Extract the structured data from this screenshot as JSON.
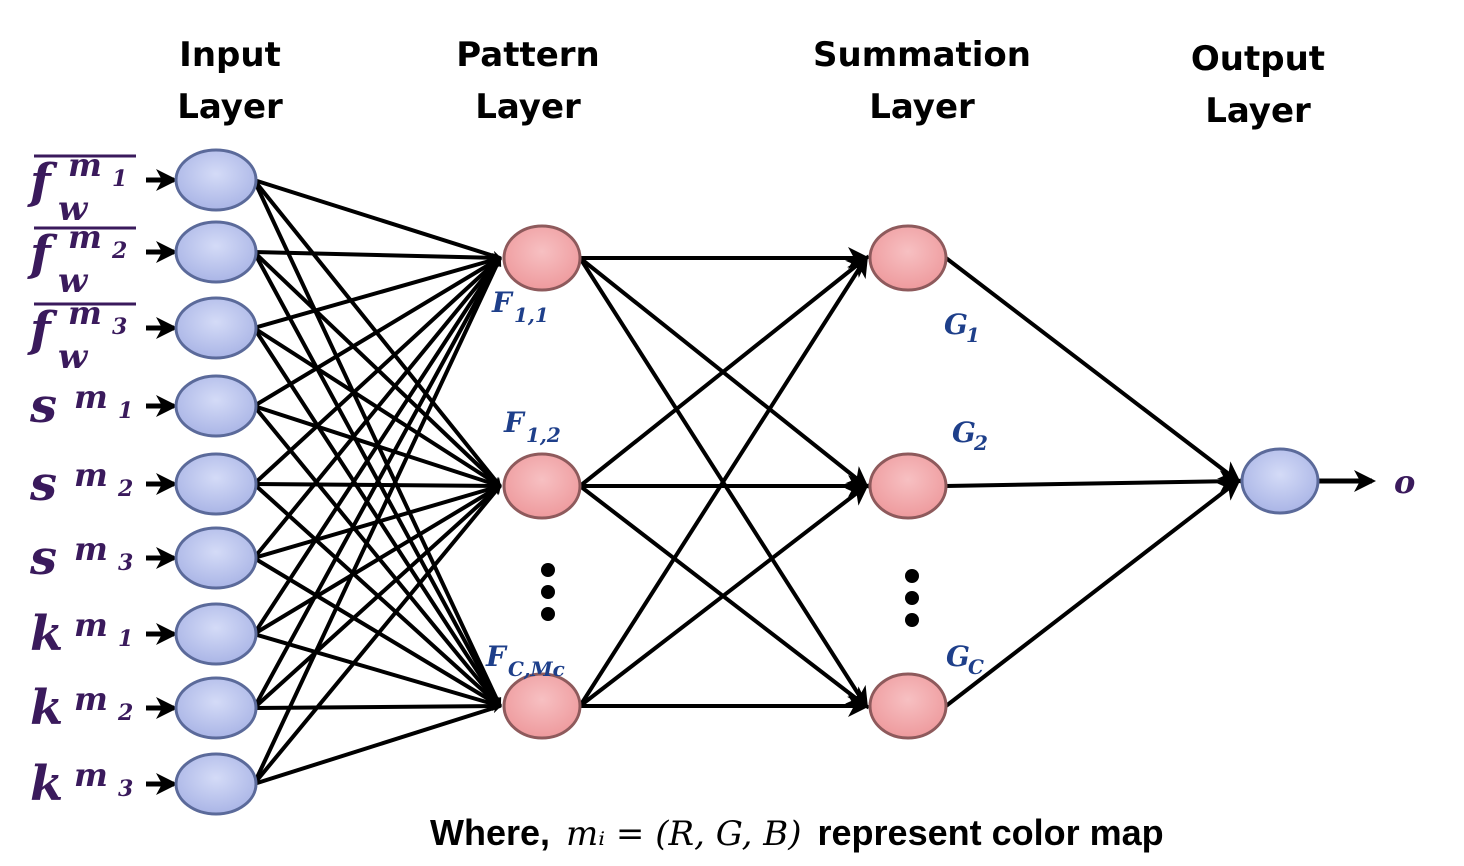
{
  "layers": [
    {
      "id": "input",
      "title_line1": "Input",
      "title_line2": "Layer"
    },
    {
      "id": "pattern",
      "title_line1": "Pattern",
      "title_line2": "Layer"
    },
    {
      "id": "summation",
      "title_line1": "Summation",
      "title_line2": "Layer"
    },
    {
      "id": "output",
      "title_line1": "Output",
      "title_line2": "Layer"
    }
  ],
  "inputs": [
    {
      "base": "f",
      "sub": "w",
      "sup": "m",
      "sup_sub": "1",
      "overline": true
    },
    {
      "base": "f",
      "sub": "w",
      "sup": "m",
      "sup_sub": "2",
      "overline": true
    },
    {
      "base": "f",
      "sub": "w",
      "sup": "m",
      "sup_sub": "3",
      "overline": true
    },
    {
      "base": "s",
      "sub": "",
      "sup": "m",
      "sup_sub": "1",
      "overline": false
    },
    {
      "base": "s",
      "sub": "",
      "sup": "m",
      "sup_sub": "2",
      "overline": false
    },
    {
      "base": "s",
      "sub": "",
      "sup": "m",
      "sup_sub": "3",
      "overline": false
    },
    {
      "base": "k",
      "sub": "",
      "sup": "m",
      "sup_sub": "1",
      "overline": false
    },
    {
      "base": "k",
      "sub": "",
      "sup": "m",
      "sup_sub": "2",
      "overline": false
    },
    {
      "base": "k",
      "sub": "",
      "sup": "m",
      "sup_sub": "3",
      "overline": false
    }
  ],
  "pattern_nodes": [
    {
      "base": "F",
      "sub": "1,1"
    },
    {
      "base": "F",
      "sub": "1,2"
    },
    {
      "base": "F",
      "sub": "C,Mc"
    }
  ],
  "summation_nodes": [
    {
      "base": "G",
      "sub": "1"
    },
    {
      "base": "G",
      "sub": "2"
    },
    {
      "base": "G",
      "sub": "C"
    }
  ],
  "output": {
    "label": "o"
  },
  "ellipsis": "⋮",
  "footnote": {
    "prefix": "Where,",
    "math": "mᵢ = (R, G, B)",
    "suffix": "represent color map"
  },
  "colors": {
    "input_node_fill": "#b9c3ec",
    "input_node_stroke": "#5b6a9a",
    "pattern_node_fill": "#f2a7a9",
    "pattern_node_stroke": "#8e5a5c",
    "edge": "#000000",
    "label_purple": "#3a1a5c",
    "label_blue": "#1e3f8a"
  }
}
